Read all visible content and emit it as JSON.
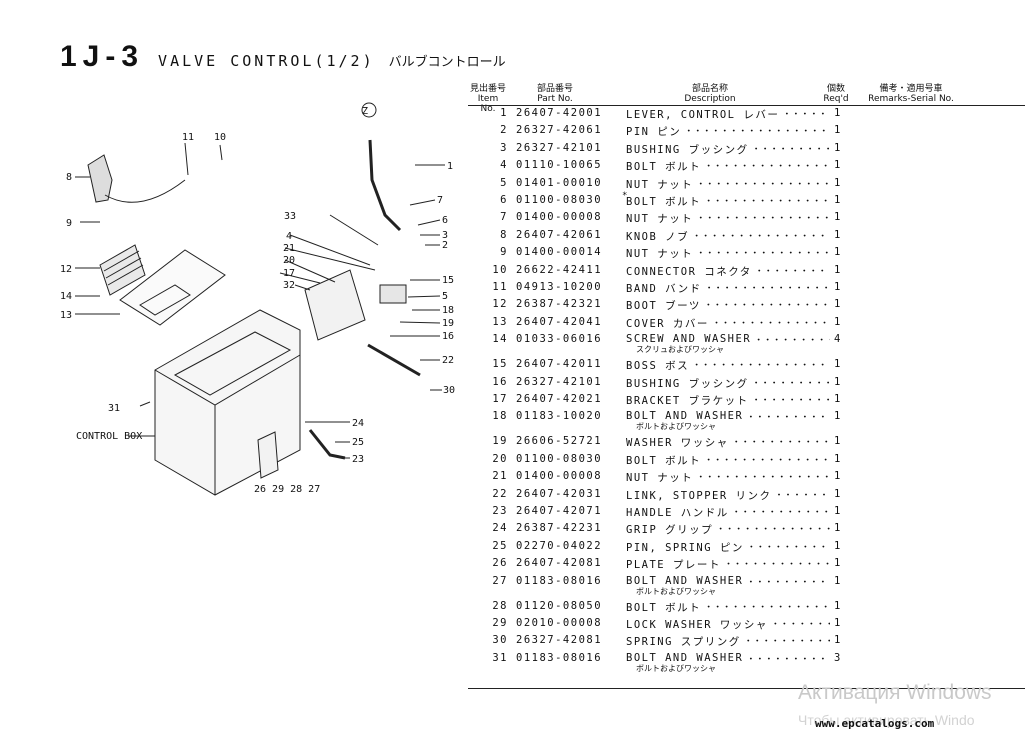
{
  "header": {
    "code": "1J-3",
    "name": "VALVE CONTROL(1/2)",
    "name_jp": "バルブコントロール"
  },
  "columns": {
    "item_jp": "見出番号",
    "item": "Item No.",
    "part_jp": "部品番号",
    "part": "Part No.",
    "desc_jp": "部品名称",
    "desc": "Description",
    "qty_jp": "個数",
    "qty": "Req'd",
    "remarks_jp": "備考・適用号車",
    "remarks": "Remarks-Serial No."
  },
  "parts": [
    {
      "no": "1",
      "part": "26407-42001",
      "desc": "LEVER, CONTROL レバー",
      "qty": "1"
    },
    {
      "no": "2",
      "part": "26327-42061",
      "desc": "PIN ピン",
      "qty": "1"
    },
    {
      "no": "3",
      "part": "26327-42101",
      "desc": "BUSHING ブッシング",
      "qty": "1"
    },
    {
      "no": "4",
      "part": "01110-10065",
      "desc": "BOLT ボルト",
      "qty": "1"
    },
    {
      "no": "5",
      "part": "01401-00010",
      "desc": "NUT ナット",
      "qty": "1"
    },
    {
      "no": "6",
      "part": "01100-08030",
      "desc": "BOLT ボルト",
      "qty": "1",
      "mark": "*"
    },
    {
      "no": "7",
      "part": "01400-00008",
      "desc": "NUT ナット",
      "qty": "1"
    },
    {
      "no": "8",
      "part": "26407-42061",
      "desc": "KNOB ノブ",
      "qty": "1"
    },
    {
      "no": "9",
      "part": "01400-00014",
      "desc": "NUT ナット",
      "qty": "1"
    },
    {
      "no": "10",
      "part": "26622-42411",
      "desc": "CONNECTOR コネクタ",
      "qty": "1"
    },
    {
      "no": "11",
      "part": "04913-10200",
      "desc": "BAND バンド",
      "qty": "1"
    },
    {
      "no": "12",
      "part": "26387-42321",
      "desc": "BOOT ブーツ",
      "qty": "1"
    },
    {
      "no": "13",
      "part": "26407-42041",
      "desc": "COVER カバー",
      "qty": "1"
    },
    {
      "no": "14",
      "part": "01033-06016",
      "desc": "SCREW AND WASHER",
      "sub": "スクリュおよびワッシャ",
      "qty": "4"
    },
    {
      "no": "15",
      "part": "26407-42011",
      "desc": "BOSS ボス",
      "qty": "1"
    },
    {
      "no": "16",
      "part": "26327-42101",
      "desc": "BUSHING ブッシング",
      "qty": "1"
    },
    {
      "no": "17",
      "part": "26407-42021",
      "desc": "BRACKET ブラケット",
      "qty": "1"
    },
    {
      "no": "18",
      "part": "01183-10020",
      "desc": "BOLT AND WASHER",
      "sub": "ボルトおよびワッシャ",
      "qty": "1"
    },
    {
      "no": "19",
      "part": "26606-52721",
      "desc": "WASHER ワッシャ",
      "qty": "1"
    },
    {
      "no": "20",
      "part": "01100-08030",
      "desc": "BOLT ボルト",
      "qty": "1"
    },
    {
      "no": "21",
      "part": "01400-00008",
      "desc": "NUT ナット",
      "qty": "1"
    },
    {
      "no": "22",
      "part": "26407-42031",
      "desc": "LINK, STOPPER リンク",
      "qty": "1"
    },
    {
      "no": "23",
      "part": "26407-42071",
      "desc": "HANDLE ハンドル",
      "qty": "1"
    },
    {
      "no": "24",
      "part": "26387-42231",
      "desc": "GRIP グリップ",
      "qty": "1"
    },
    {
      "no": "25",
      "part": "02270-04022",
      "desc": "PIN, SPRING ピン",
      "qty": "1"
    },
    {
      "no": "26",
      "part": "26407-42081",
      "desc": "PLATE プレート",
      "qty": "1"
    },
    {
      "no": "27",
      "part": "01183-08016",
      "desc": "BOLT AND WASHER",
      "sub": "ボルトおよびワッシャ",
      "qty": "1"
    },
    {
      "no": "28",
      "part": "01120-08050",
      "desc": "BOLT ボルト",
      "qty": "1"
    },
    {
      "no": "29",
      "part": "02010-00008",
      "desc": "LOCK WASHER ワッシャ",
      "qty": "1"
    },
    {
      "no": "30",
      "part": "26327-42081",
      "desc": "SPRING スプリング",
      "qty": "1"
    },
    {
      "no": "31",
      "part": "01183-08016",
      "desc": "BOLT AND WASHER",
      "sub": "ボルトおよびワッシャ",
      "qty": "3"
    }
  ],
  "diagram": {
    "callout_z": "Z",
    "control_box_label": "CONTROL BOX"
  },
  "watermark": {
    "line1": "Активация Windows",
    "line2": "Чтобы активировать Windo"
  },
  "site": "www.epcatalogs.com"
}
